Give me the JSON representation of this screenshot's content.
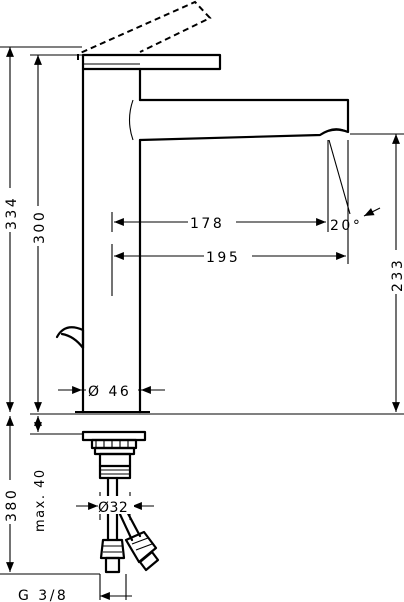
{
  "dimensions": {
    "height_total": "334",
    "height_body": "300",
    "spout_reach_inner": "178",
    "spout_reach_outer": "195",
    "spout_height": "233",
    "spout_angle": "20°",
    "body_diameter": "Ø 46",
    "below_counter": "380",
    "counter_max": "max. 40",
    "shank_diameter": "Ø32",
    "thread": "G 3/8"
  }
}
